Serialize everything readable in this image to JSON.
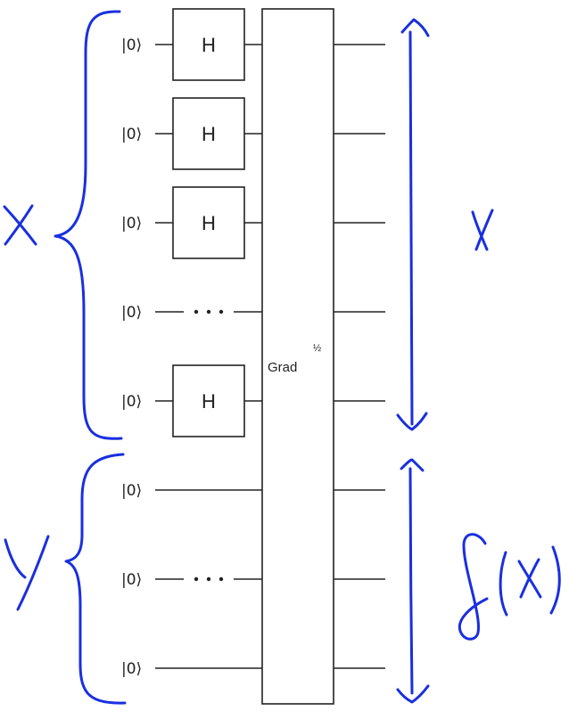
{
  "circuit": {
    "qubit_label": "|0⟩",
    "hadamard_label": "H",
    "big_gate": {
      "label": "Grad",
      "superscript": "½"
    },
    "ellipsis": "···",
    "register_x_rows": [
      "H",
      "H",
      "H",
      "dots",
      "H"
    ],
    "register_y_rows": [
      "wire",
      "dots",
      "wire"
    ]
  },
  "annotations": {
    "ink_color": "#1a2fe0",
    "left_x_label": "X",
    "left_y_label": "Y",
    "right_x_label": "X",
    "right_y_label": "f(x)"
  }
}
